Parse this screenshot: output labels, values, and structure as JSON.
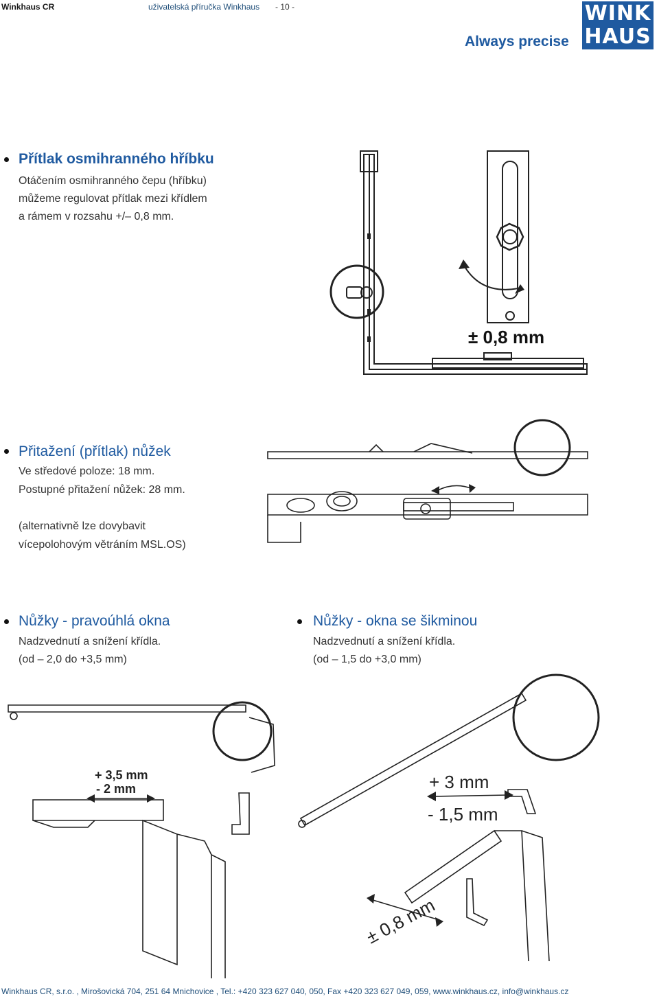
{
  "header": {
    "company": "Winkhaus CR",
    "manual": "uživatelská příručka Winkhaus",
    "page": "- 10 -",
    "logo_line1": "WINK",
    "logo_line2": "HAUS",
    "slogan": "Always precise"
  },
  "section1": {
    "title": "Přítlak osmihranného hříbku",
    "lines": [
      "Otáčením osmihranného čepu (hříbku)",
      "můžeme regulovat přítlak mezi křídlem",
      "a rámem v rozsahu +/– 0,8 mm."
    ],
    "figure_label": "± 0,8 mm"
  },
  "section2": {
    "title": "Přitažení (přítlak) nůžek",
    "lines": [
      "Ve středové poloze: 18 mm.",
      "Postupné přitažení nůžek: 28 mm."
    ],
    "note_lines": [
      "(alternativně lze dovybavit",
      "vícepolohovým větráním MSL.OS)"
    ]
  },
  "section3": {
    "title": "Nůžky - pravoúhlá okna",
    "lines": [
      "Nadzvednutí a snížení křídla.",
      "(od  – 2,0 do  +3,5 mm)"
    ],
    "figure_label_top": "+ 3,5 mm",
    "figure_label_bottom": "- 2 mm"
  },
  "section4": {
    "title": "Nůžky - okna se šikminou",
    "lines": [
      "Nadzvednutí a snížení křídla.",
      "(od  – 1,5 do  +3,0 mm)"
    ],
    "figure_label_top": "+ 3 mm",
    "figure_label_bottom": "- 1,5 mm",
    "figure_label_rot": "± 0,8 mm"
  },
  "footer": {
    "text": "Winkhaus CR, s.r.o. , Mirošovická 704, 251 64 Mnichovice , Tel.: +420 323 627 040, 050, Fax +420 323 627 049, 059, www.winkhaus.cz, info@winkhaus.cz"
  }
}
